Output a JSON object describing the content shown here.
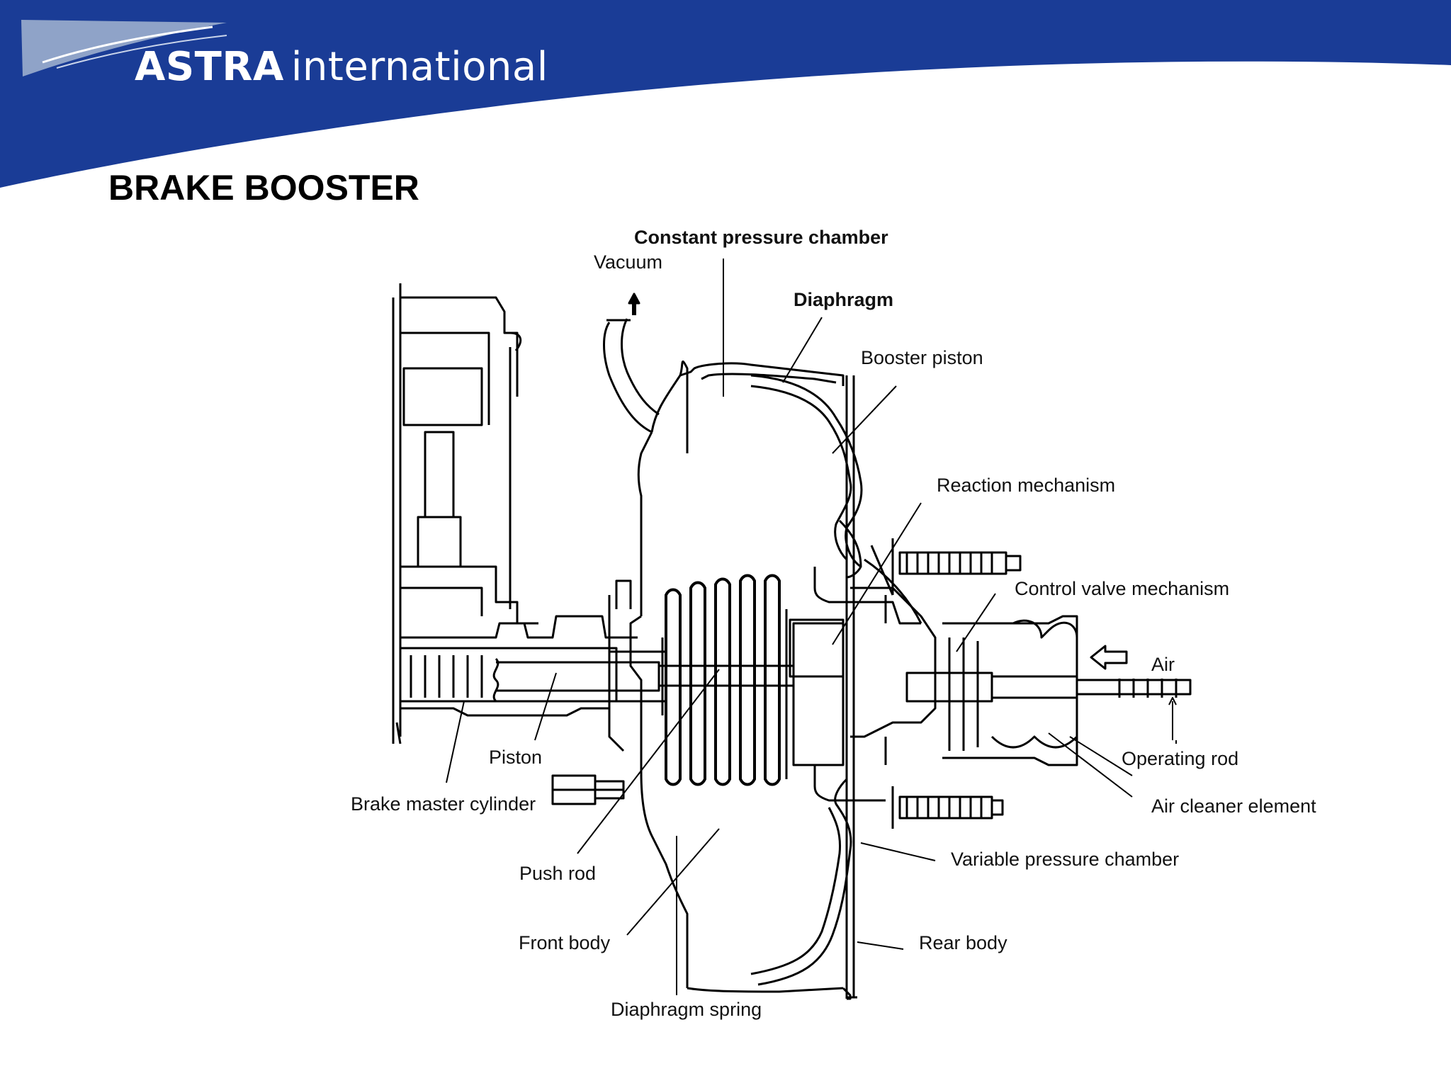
{
  "brand": {
    "bold": "ASTRA",
    "light": "international"
  },
  "title": "BRAKE BOOSTER",
  "colors": {
    "header_blue": "#1a3c96",
    "swoosh": "#8fa3c8",
    "line": "#000000"
  },
  "labels": {
    "constant_pressure_chamber": "Constant pressure chamber",
    "vacuum": "Vacuum",
    "diaphragm": "Diaphragm",
    "booster_piston": "Booster piston",
    "reaction_mechanism": "Reaction mechanism",
    "control_valve_mechanism": "Control valve mechanism",
    "air": "Air",
    "operating_rod": "Operating rod",
    "air_cleaner_element": "Air cleaner element",
    "variable_pressure_chamber": "Variable pressure chamber",
    "rear_body": "Rear body",
    "diaphragm_spring": "Diaphragm spring",
    "front_body": "Front body",
    "push_rod": "Push rod",
    "brake_master_cylinder": "Brake master cylinder",
    "piston": "Piston"
  }
}
